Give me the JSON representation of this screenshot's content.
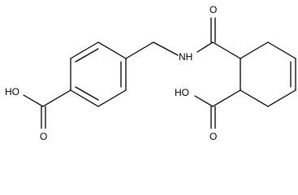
{
  "molecule": {
    "atom_labels": {
      "left_hydroxyl": "HO",
      "left_carbonyl_oxygen": "O",
      "amide_nitrogen": "NH",
      "amide_carbonyl_oxygen": "O",
      "right_hydroxyl": "HO",
      "right_carbonyl_oxygen": "O"
    }
  }
}
